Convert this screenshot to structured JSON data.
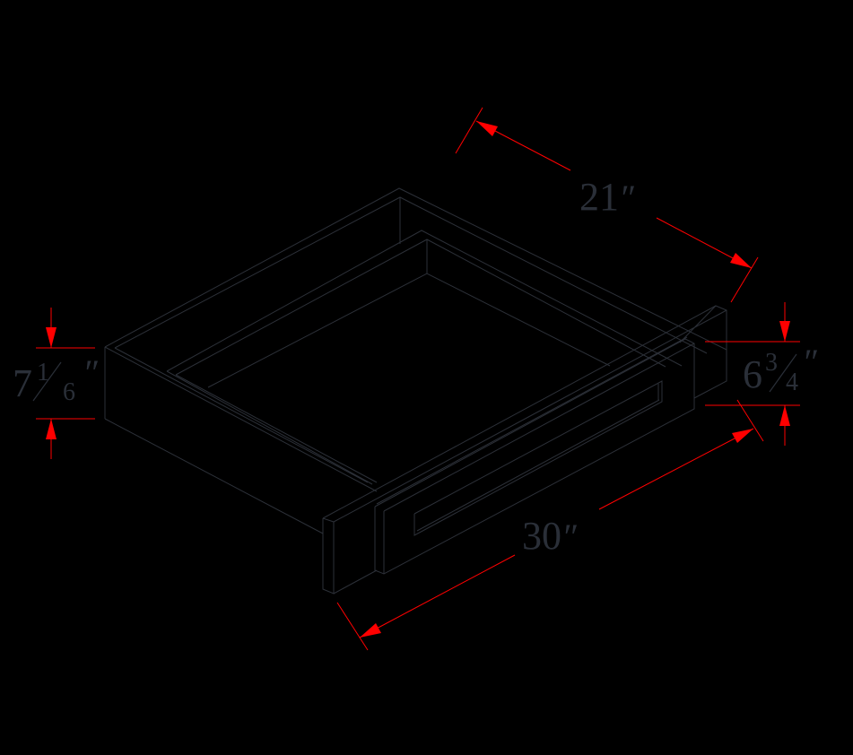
{
  "drawing": {
    "subject": "drawer box with false front (isometric)",
    "background": "#000000",
    "line_color": "#2c3038",
    "dimension_color": "#ff0000",
    "text_color": "#2a2f38"
  },
  "dimensions": {
    "depth": {
      "whole": "21",
      "unit": "″"
    },
    "width": {
      "whole": "30",
      "unit": "″"
    },
    "box_height": {
      "whole": "7",
      "num": "1",
      "den": "6",
      "unit": "″"
    },
    "front_height": {
      "whole": "6",
      "num": "3",
      "den": "4",
      "unit": "″"
    }
  }
}
